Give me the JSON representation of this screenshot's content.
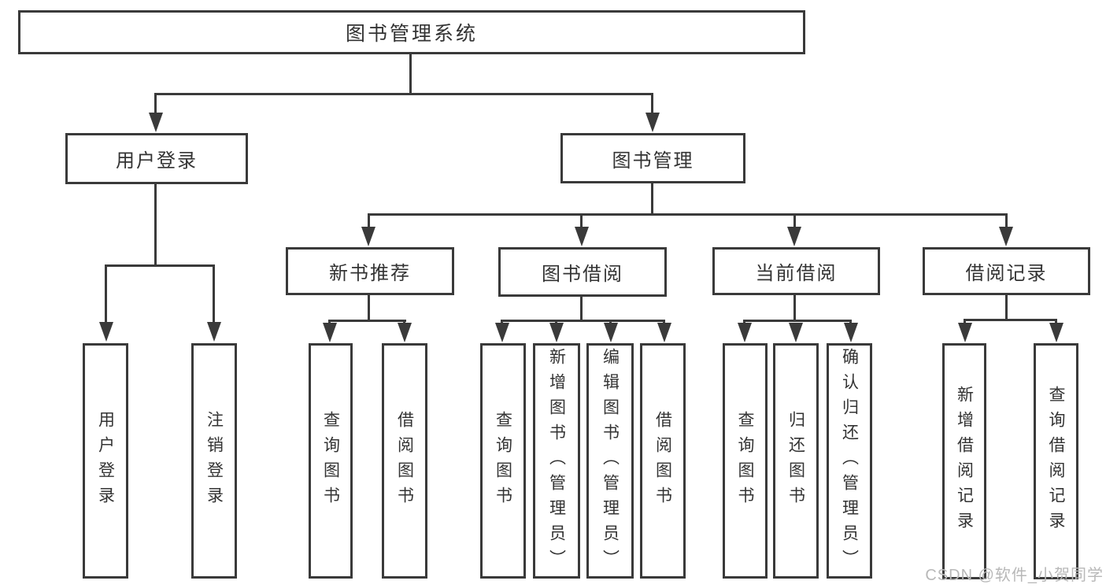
{
  "diagram": {
    "title": "图书管理系统",
    "root": "图书管理系统",
    "level1": {
      "login": "用户登录",
      "management": "图书管理"
    },
    "level2": {
      "new_books": "新书推荐",
      "book_borrow": "图书借阅",
      "current_borrow": "当前借阅",
      "borrow_records": "借阅记录"
    },
    "leaves": {
      "login": [
        "用户登录",
        "注销登录"
      ],
      "new_books": [
        "查询图书",
        "借阅图书"
      ],
      "book_borrow": [
        "查询图书",
        "新增图书（管理员）",
        "编辑图书（管理员）",
        "借阅图书"
      ],
      "current_borrow": [
        "查询图书",
        "归还图书",
        "确认归还（管理员）"
      ],
      "borrow_records": [
        "新增借阅记录",
        "查询借阅记录"
      ]
    },
    "colors": {
      "line": "#3a3a3a",
      "text": "#333333",
      "watermark": "#b8b8b8",
      "background": "#ffffff"
    }
  },
  "watermark": "CSDN @软件_小贺同学"
}
